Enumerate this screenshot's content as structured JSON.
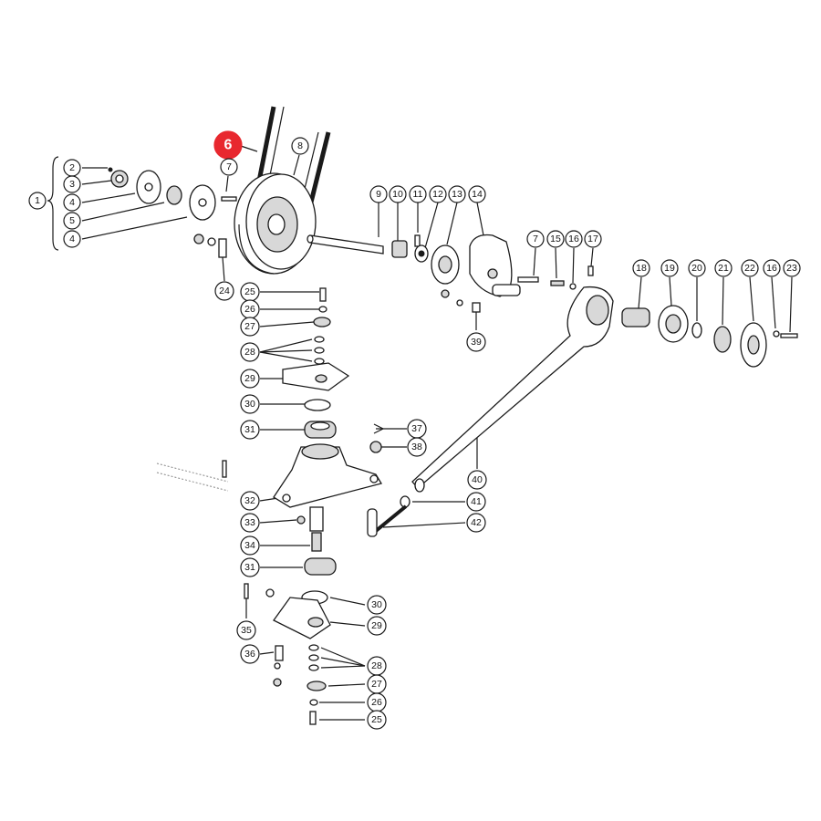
{
  "colors": {
    "line": "#1a1a1a",
    "highlight": "#e8282f",
    "background": "#ffffff"
  },
  "callouts": [
    {
      "id": "c-6-hl",
      "label": "6",
      "highlight": true
    },
    {
      "id": "c-1",
      "label": "1"
    },
    {
      "id": "c-2",
      "label": "2"
    },
    {
      "id": "c-3",
      "label": "3"
    },
    {
      "id": "c-4a",
      "label": "4"
    },
    {
      "id": "c-5",
      "label": "5"
    },
    {
      "id": "c-4b",
      "label": "4"
    },
    {
      "id": "c-7a",
      "label": "7"
    },
    {
      "id": "c-8",
      "label": "8"
    },
    {
      "id": "c-24",
      "label": "24"
    },
    {
      "id": "c-9",
      "label": "9"
    },
    {
      "id": "c-10",
      "label": "10"
    },
    {
      "id": "c-11",
      "label": "11"
    },
    {
      "id": "c-12",
      "label": "12"
    },
    {
      "id": "c-13",
      "label": "13"
    },
    {
      "id": "c-14",
      "label": "14"
    },
    {
      "id": "c-39",
      "label": "39"
    },
    {
      "id": "c-7b",
      "label": "7"
    },
    {
      "id": "c-15",
      "label": "15"
    },
    {
      "id": "c-16a",
      "label": "16"
    },
    {
      "id": "c-17",
      "label": "17"
    },
    {
      "id": "c-18",
      "label": "18"
    },
    {
      "id": "c-19",
      "label": "19"
    },
    {
      "id": "c-20",
      "label": "20"
    },
    {
      "id": "c-21",
      "label": "21"
    },
    {
      "id": "c-22",
      "label": "22"
    },
    {
      "id": "c-16b",
      "label": "16"
    },
    {
      "id": "c-23",
      "label": "23"
    },
    {
      "id": "c-25a",
      "label": "25"
    },
    {
      "id": "c-26a",
      "label": "26"
    },
    {
      "id": "c-27a",
      "label": "27"
    },
    {
      "id": "c-28a",
      "label": "28"
    },
    {
      "id": "c-29a",
      "label": "29"
    },
    {
      "id": "c-30a",
      "label": "30"
    },
    {
      "id": "c-31a",
      "label": "31"
    },
    {
      "id": "c-37",
      "label": "37"
    },
    {
      "id": "c-38",
      "label": "38"
    },
    {
      "id": "c-40",
      "label": "40"
    },
    {
      "id": "c-32",
      "label": "32"
    },
    {
      "id": "c-41",
      "label": "41"
    },
    {
      "id": "c-33",
      "label": "33"
    },
    {
      "id": "c-42",
      "label": "42"
    },
    {
      "id": "c-34",
      "label": "34"
    },
    {
      "id": "c-31b",
      "label": "31"
    },
    {
      "id": "c-30b",
      "label": "30"
    },
    {
      "id": "c-29b",
      "label": "29"
    },
    {
      "id": "c-35",
      "label": "35"
    },
    {
      "id": "c-36",
      "label": "36"
    },
    {
      "id": "c-28b",
      "label": "28"
    },
    {
      "id": "c-27b",
      "label": "27"
    },
    {
      "id": "c-26b",
      "label": "26"
    },
    {
      "id": "c-25b",
      "label": "25"
    }
  ]
}
